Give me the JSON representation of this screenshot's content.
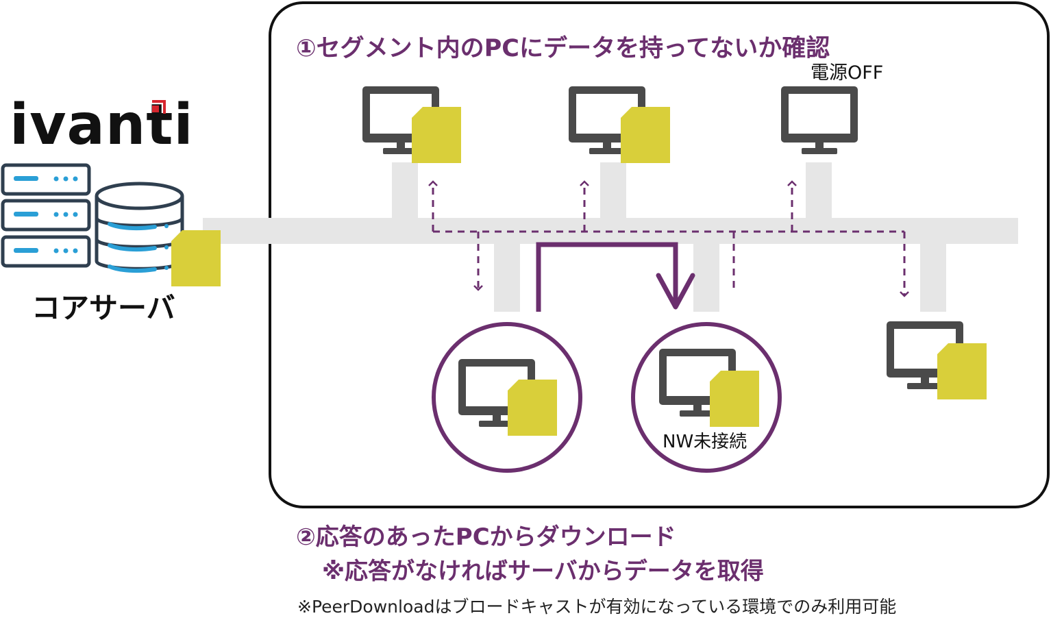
{
  "brand": {
    "name": "ivanti"
  },
  "core_server": {
    "label": "コアサーバ"
  },
  "segment": {
    "step1_label": "①セグメント内のPCにデータを持ってないか確認",
    "power_off_label": "電源OFF",
    "disconnected_label": "NW未接続"
  },
  "step2": {
    "label": "②応答のあったPCからダウンロード",
    "note": "※応答がなければサーバからデータを取得"
  },
  "footnote": "※PeerDownloadはブロードキャストが有効になっている環境でのみ利用可能",
  "icons": {
    "server": "server-rack-icon",
    "database": "database-icon",
    "monitor": "monitor-icon",
    "data_file": "data-file-icon"
  },
  "colors": {
    "accent": "#6b2f6e",
    "file": "#d9cf3a",
    "monitor": "#4a4a4a",
    "network": "#e6e6e6",
    "server_stripe": "#2a9fd6",
    "brand_mark": "#d6262e"
  }
}
